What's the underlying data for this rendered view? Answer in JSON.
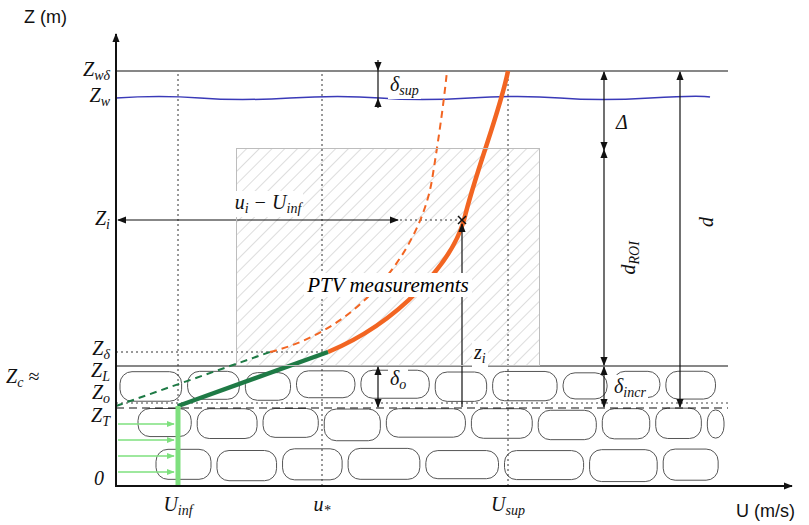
{
  "diagram": {
    "nodes": [
      {
        "text": [
          "PTV measurements"
        ]
      }
    ],
    "labels": [
      "Z (m)",
      "U (m/s)",
      "Zwδ",
      "Zw",
      "Zi",
      "Zδ",
      "Zc ≈",
      "ZL",
      "Zo",
      "ZT",
      "0",
      "Uinf",
      "u*",
      "Usup",
      "δsup",
      "Δ",
      "dROI",
      "d",
      "δo",
      "δincr",
      "zi",
      "ui − Uinf"
    ]
  }
}
